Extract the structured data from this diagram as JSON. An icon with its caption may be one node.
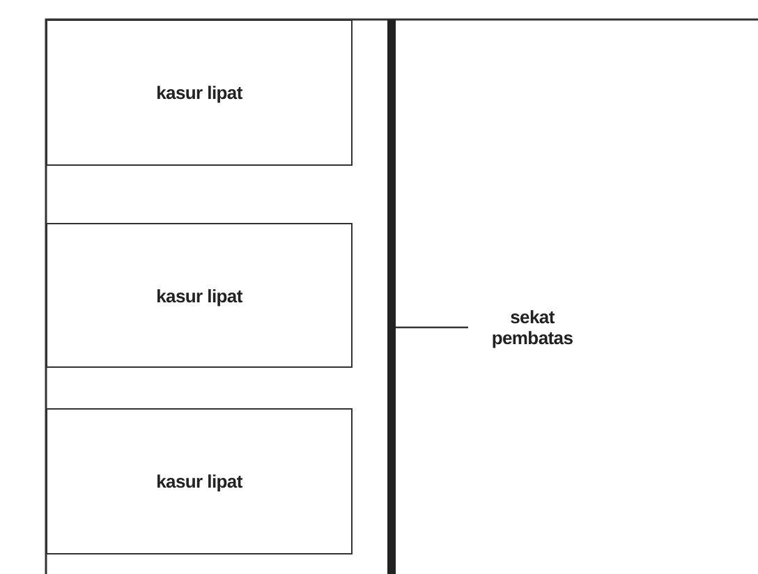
{
  "diagram": {
    "nodes": [
      {
        "text": [
          "kasur lipat"
        ]
      },
      {
        "text": [
          "kasur lipat"
        ]
      },
      {
        "text": [
          "kasur lipat"
        ]
      },
      {
        "text": [],
        "shape": "bar"
      },
      {
        "text": [
          "sekat pembatas"
        ]
      }
    ],
    "edges": [
      {
        "from": 4,
        "to": 3,
        "arrow": "none"
      }
    ]
  }
}
